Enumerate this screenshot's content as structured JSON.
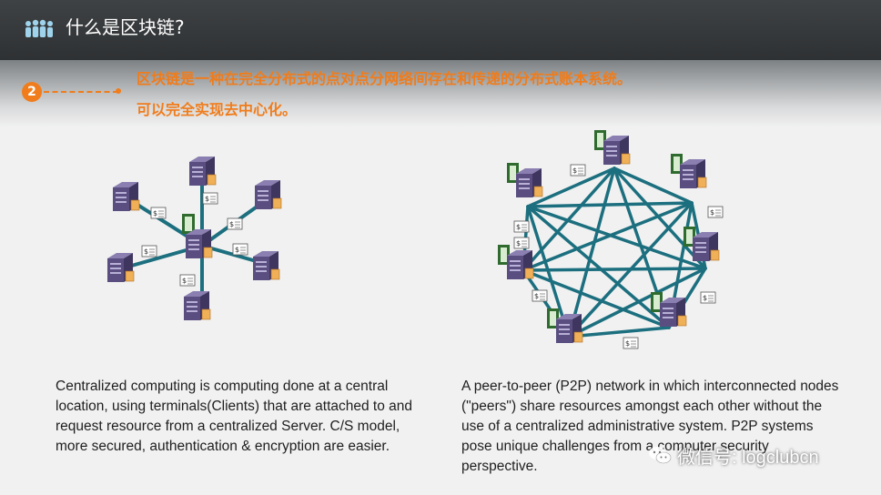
{
  "header": {
    "title": "什么是区块链?",
    "icon": "people-group-icon"
  },
  "point": {
    "number": "2",
    "line1": "区块链是一种在完全分布式的点对点分网络间存在和传递的分布式账本系统。",
    "line2": "可以完全实现去中心化。"
  },
  "left": {
    "caption": "Centralized computing is computing done at a central location, using terminals(Clients) that are attached to and request resource from a centralized Server. C/S model, more secured, authentication & encryption are easier."
  },
  "right": {
    "caption": "A peer-to-peer (P2P) network in which interconnected nodes (\"peers\") share resources amongst each other without the use of a centralized administrative system. P2P systems pose unique challenges from a computer security perspective."
  },
  "watermark": {
    "text": "微信号: logclubcn"
  },
  "colors": {
    "accent": "#f07c1b",
    "link": "#1c6f7f",
    "server": "#5a4e80",
    "header": "#35383a"
  }
}
